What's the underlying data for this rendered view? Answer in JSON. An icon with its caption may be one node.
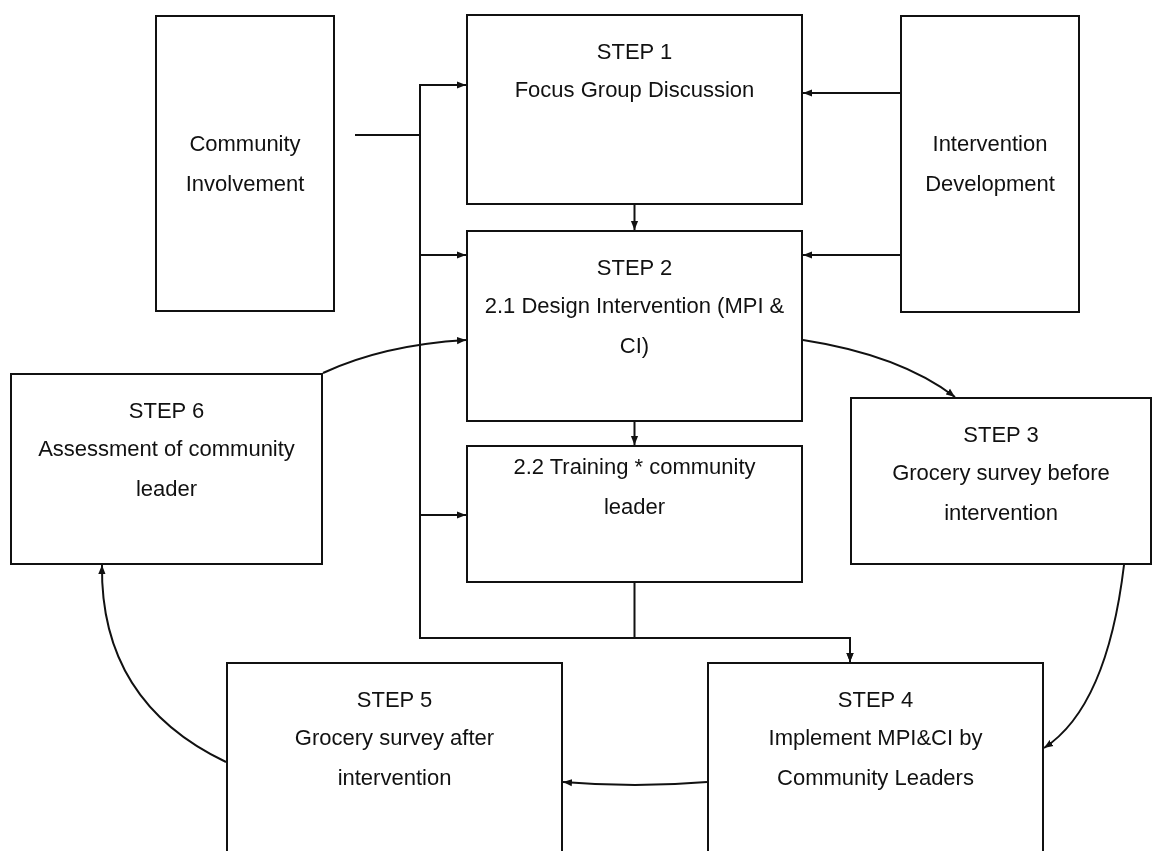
{
  "diagram": {
    "nodes": [
      {
        "text": [
          "Community Involvement"
        ]
      },
      {
        "text": [
          "STEP 1",
          "Focus Group Discussion"
        ]
      },
      {
        "text": [
          "Intervention Development"
        ]
      },
      {
        "text": [
          "STEP 2",
          "2.1 Design Intervention (MPI & CI)"
        ]
      },
      {
        "text": [
          "2.2 Training * community leader"
        ]
      },
      {
        "text": [
          "STEP 6",
          "Assessment of community leader"
        ]
      },
      {
        "text": [
          "STEP 3",
          "Grocery survey before intervention"
        ]
      },
      {
        "text": [
          "STEP 5",
          "Grocery survey after intervention"
        ]
      },
      {
        "text": [
          "STEP 4",
          "Implement MPI&CI by Community Leaders"
        ]
      }
    ],
    "edges": [
      {
        "from": 0,
        "to": 1,
        "arrow": "to"
      },
      {
        "from": 0,
        "to": 3,
        "arrow": "to"
      },
      {
        "from": 0,
        "to": 4,
        "arrow": "to"
      },
      {
        "from": 0,
        "to": 8,
        "arrow": "to"
      },
      {
        "from": 2,
        "to": 1,
        "arrow": "to"
      },
      {
        "from": 2,
        "to": 3,
        "arrow": "to"
      },
      {
        "from": 1,
        "to": 3,
        "arrow": "to"
      },
      {
        "from": 3,
        "to": 4,
        "arrow": "to"
      },
      {
        "from": 4,
        "to": 8,
        "arrow": "to"
      },
      {
        "from": 3,
        "to": 6,
        "arrow": "to"
      },
      {
        "from": 6,
        "to": 8,
        "arrow": "to"
      },
      {
        "from": 8,
        "to": 7,
        "arrow": "to"
      },
      {
        "from": 7,
        "to": 5,
        "arrow": "to"
      },
      {
        "from": 5,
        "to": 3,
        "arrow": "to"
      }
    ]
  }
}
